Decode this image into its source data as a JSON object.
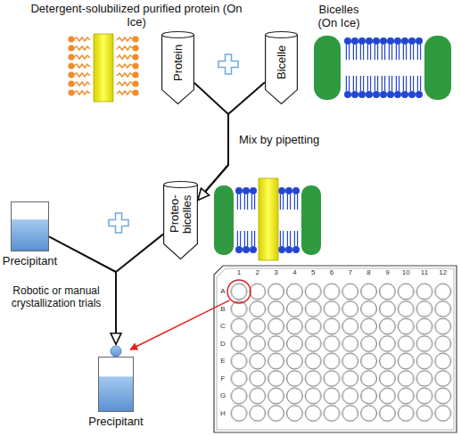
{
  "diagram": {
    "nodes": [
      {
        "text": [
          "Protein"
        ]
      },
      {
        "text": [
          "Bicelle"
        ]
      },
      {
        "text": [
          "Proteo- bicelles"
        ]
      },
      {
        "text": [
          "Precipitant"
        ]
      },
      {
        "text": [
          "Precipitant"
        ]
      }
    ],
    "edges": [
      {
        "from": 0,
        "to": 2,
        "arrow": "to",
        "label": "Mix by pipetting"
      },
      {
        "from": 1,
        "to": 2,
        "arrow": "to"
      },
      {
        "from": 3,
        "to": 4,
        "arrow": "to",
        "label": "Robotic or manual crystallization trials"
      },
      {
        "from": 2,
        "to": 4,
        "arrow": "to"
      }
    ],
    "labels": [
      "Detergent-solubilized purified protein (On Ice)",
      "Bicelles (On Ice)",
      "1",
      "2",
      "3",
      "4",
      "5",
      "6",
      "7",
      "8",
      "9",
      "10",
      "11",
      "12",
      "A",
      "B",
      "C",
      "D",
      "E",
      "F",
      "G",
      "H"
    ]
  }
}
